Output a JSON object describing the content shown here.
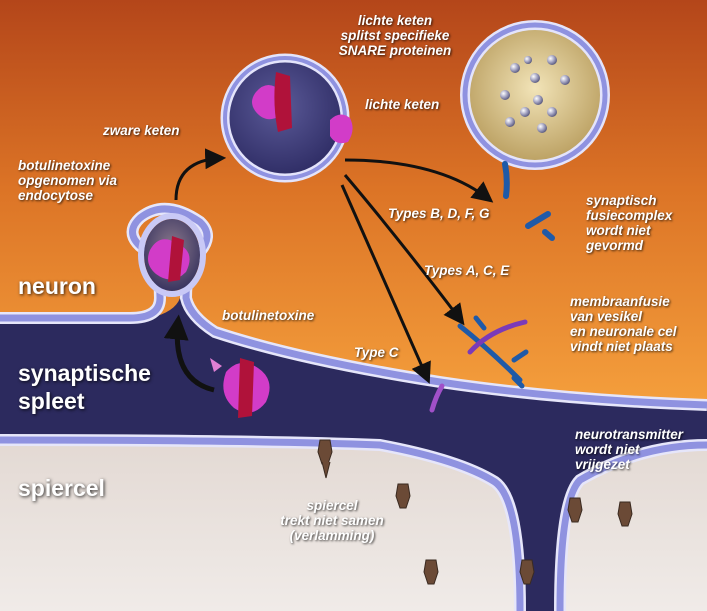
{
  "regions": {
    "neuron": "neuron",
    "cleft_line1": "synaptische",
    "cleft_line2": "spleet",
    "muscle": "spiercel"
  },
  "labels": {
    "light_chain_cleaves_1": "lichte keten",
    "light_chain_cleaves_2": "splitst specifieke",
    "light_chain_cleaves_3": "SNARE proteinen",
    "light_chain": "lichte keten",
    "heavy_chain": "zware keten",
    "uptake_1": "botulinetoxine",
    "uptake_2": "opgenomen via",
    "uptake_3": "endocytose",
    "toxin": "botulinetoxine",
    "types_bdfg": "Types B, D, F, G",
    "types_ace": "Types A, C, E",
    "type_c": "Type C",
    "fusion_complex_1": "synaptisch",
    "fusion_complex_2": "fusiecomplex",
    "fusion_complex_3": "wordt niet",
    "fusion_complex_4": "gevormd",
    "membrane_fusion_1": "membraanfusie",
    "membrane_fusion_2": "van vesikel",
    "membrane_fusion_3": "en neuronale cel",
    "membrane_fusion_4": "vindt niet plaats",
    "neurotransmitter_1": "neurotransmitter",
    "neurotransmitter_2": "wordt niet",
    "neurotransmitter_3": "vrijgezet",
    "muscle_1": "spiercel",
    "muscle_2": "trekt niet samen",
    "muscle_3": "(verlamming)"
  },
  "colors": {
    "neuron_top": "#b84a1a",
    "neuron_bottom": "#f39a3a",
    "cleft": "#2c2a5e",
    "membrane": "#9a9ee8",
    "muscle": "#e6ded8",
    "toxin_magenta": "#d23cc8",
    "toxin_red": "#b0123a",
    "snare_blue": "#1f5aa8",
    "receptor_brown": "#6b4a36"
  }
}
